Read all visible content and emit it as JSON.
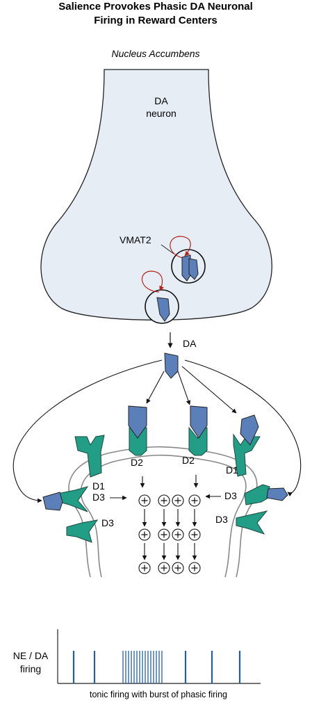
{
  "title_line1": "Salience Provokes Phasic DA Neuronal",
  "title_line2": "Firing in Reward Centers",
  "region": "Nucleus Accumbens",
  "neuron_label_line1": "DA",
  "neuron_label_line2": "neuron",
  "vmat2_label": "VMAT2",
  "da_label": "DA",
  "receptors": {
    "d1_left": "D1",
    "d2_left": "D2",
    "d2_right": "D2",
    "d1_right": "D1",
    "d3_left_top": "D3",
    "d3_left_bottom": "D3",
    "d3_right_top": "D3",
    "d3_right_bottom": "D3"
  },
  "firing_axis_line1": "NE / DA",
  "firing_axis_line2": "firing",
  "firing_caption": "tonic firing with burst of phasic firing",
  "colors": {
    "neuron_fill": "#e6edf5",
    "dopamine": "#5b7fb8",
    "receptor": "#229e86",
    "vmat2_arrow": "#b3261e",
    "spike": "#1f5fa6"
  },
  "icons": {
    "dopamine": "blue-pentagon-molecule",
    "receptor": "green-y-shaped-receptor",
    "second_messenger": "circled-plus"
  }
}
